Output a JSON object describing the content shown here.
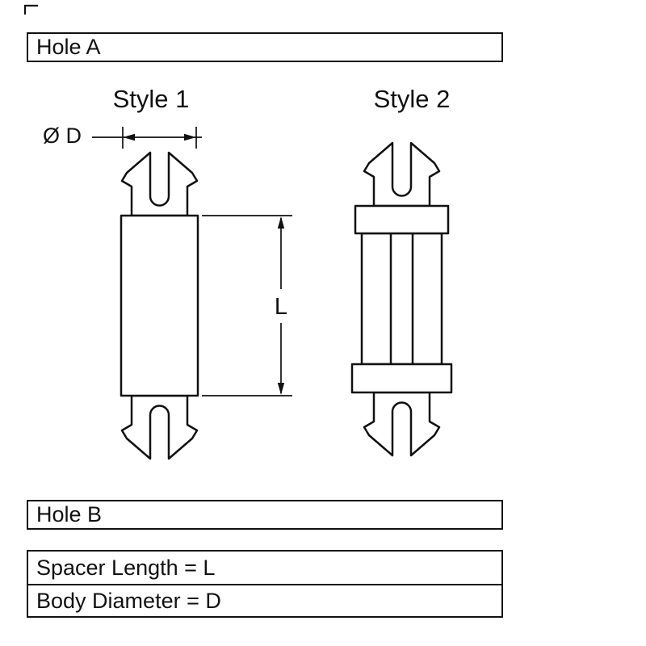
{
  "colors": {
    "ink": "#111111",
    "background": "#ffffff"
  },
  "top_box": {
    "label": "Hole A"
  },
  "drawing": {
    "style1": {
      "heading": "Style 1"
    },
    "style2": {
      "heading": "Style 2"
    },
    "dim_diameter": {
      "label": "Ø D"
    },
    "dim_length": {
      "label": "L"
    }
  },
  "bottom_box": {
    "label": "Hole B"
  },
  "legend": {
    "rows": [
      {
        "label": "Spacer Length = L"
      },
      {
        "label": "Body Diameter = D"
      }
    ]
  }
}
